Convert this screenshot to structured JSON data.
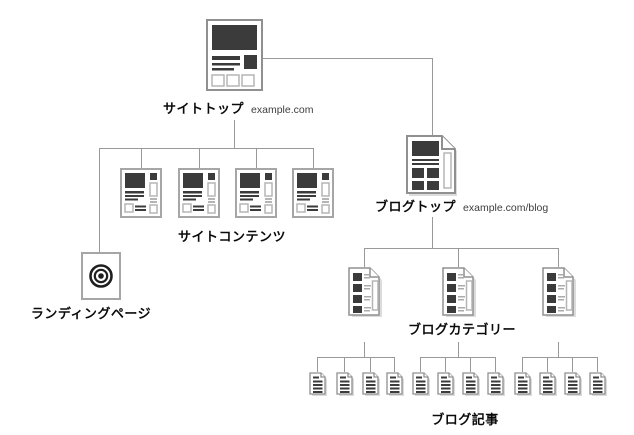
{
  "diagram": {
    "nodes": {
      "site_top": {
        "label": "サイトトップ",
        "url": "example.com"
      },
      "site_contents": {
        "label": "サイトコンテンツ",
        "count": 4
      },
      "landing_page": {
        "label": "ランディングページ"
      },
      "blog_top": {
        "label": "ブログトップ",
        "url": "example.com/blog"
      },
      "blog_categories": {
        "label": "ブログカテゴリー",
        "count": 3
      },
      "blog_articles": {
        "label": "ブログ記事",
        "groups": 3,
        "per_group": 4
      }
    },
    "theme": {
      "background": "#ffffff",
      "line_color": "#999999",
      "dark_fill": "#3b3b3b",
      "border_gray": "#909090",
      "light_gray": "#b5b5b5",
      "text_color": "#0a0a0a",
      "url_color": "#3d3d3d"
    }
  }
}
